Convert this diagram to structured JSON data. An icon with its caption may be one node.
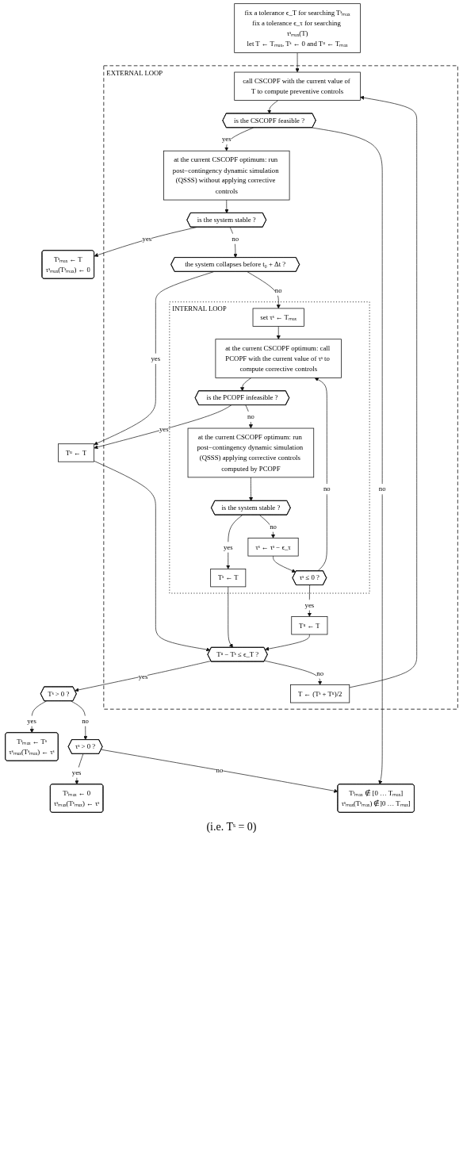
{
  "diagram": {
    "nodes": [
      {
        "text": [
          "fix a tolerance ϵ_T for searching Tˢₘₐₓ",
          "fix a tolerance ϵ_τ for searching τˢₘₐₓ(T)",
          "let T ← Tₘₐₓ, Tˢ ← 0 and Tᵘ ← Tₘₐₓ"
        ]
      },
      {
        "text": [
          "EXTERNAL LOOP"
        ]
      },
      {
        "text": [
          "call CSCOPF with the current value of T to compute preventive controls"
        ],
        "in": 1
      },
      {
        "text": [
          "is the CSCOPF feasible ?"
        ],
        "in": 1
      },
      {
        "text": [
          "at the current CSCOPF optimum: run post−contingency dynamic simulation (QSSS) without applying corrective controls"
        ],
        "in": 1
      },
      {
        "text": [
          "Tˢₘₐₓ ← T",
          "τˢₘₐₓ(Tˢₘₐₓ) ← 0"
        ]
      },
      {
        "text": [
          "is the system stable ?"
        ],
        "in": 1
      },
      {
        "text": [
          "the system collapses before t₀ + Δt ?"
        ],
        "in": 1
      },
      {
        "text": [
          "INTERNAL LOOP"
        ],
        "in": 1
      },
      {
        "text": [
          "set τˢ ← Tₘₐₓ"
        ],
        "in": 8
      },
      {
        "text": [
          "at the current CSCOPF optimum: call PCOPF with the current value of τˢ to compute corrective controls"
        ],
        "in": 8
      },
      {
        "text": [
          "Tᵘ ← T"
        ]
      },
      {
        "text": [
          "is the PCOPF infeasible ?"
        ],
        "in": 8
      },
      {
        "text": [
          "at the current CSCOPF optimum: run post−contingency dynamic simulation (QSSS) applying corrective controls computed by PCOPF"
        ],
        "in": 8
      },
      {
        "text": [
          "is the system stable ?"
        ],
        "in": 8
      },
      {
        "text": [
          "Tˢ ← T"
        ],
        "in": 8
      },
      {
        "text": [
          "τˢ ← τˢ − ϵ_τ"
        ],
        "in": 8
      },
      {
        "text": [
          "τˢ ≤ 0 ?"
        ],
        "in": 8
      },
      {
        "text": [
          "Tᵘ ← T"
        ],
        "in": 1
      },
      {
        "text": [
          "Tᵘ − Tˢ ≤ ϵ_T ?"
        ],
        "in": 1
      },
      {
        "text": [
          "T ← (Tˢ + Tᵘ)/2"
        ],
        "in": 1
      },
      {
        "text": [
          "Tˢ > 0 ?"
        ]
      },
      {
        "text": [
          "Tˢₘₐₓ ← Tˢ",
          "τˢₘₐₓ(Tˢₘₐₓ) ← τˢ"
        ]
      },
      {
        "text": [
          "τˢ > 0 ?"
        ]
      },
      {
        "text": [
          "Tˢₘₐₓ ← 0",
          "τˢₘₐₓ(Tˢₘₐₓ) ← τˢ"
        ]
      },
      {
        "text": [
          "Tˢₘₐₓ ∉ [0 … Tₘₐₓ]",
          "τˢₘₐₓ(Tˢₘₐₓ) ∉]0 … Tₘₐₓ]"
        ]
      }
    ],
    "edges": [
      {
        "from": 0,
        "to": 2,
        "arrow": "to"
      },
      {
        "from": 2,
        "to": 3,
        "arrow": "to"
      },
      {
        "from": 3,
        "to": 4,
        "arrow": "to",
        "label": "yes"
      },
      {
        "from": 3,
        "to": 25,
        "arrow": "to",
        "label": "no"
      },
      {
        "from": 4,
        "to": 6,
        "arrow": "to"
      },
      {
        "from": 6,
        "to": 5,
        "arrow": "to",
        "label": "yes"
      },
      {
        "from": 6,
        "to": 7,
        "arrow": "to",
        "label": "no"
      },
      {
        "from": 7,
        "to": 11,
        "arrow": "to",
        "label": "yes"
      },
      {
        "from": 7,
        "to": 9,
        "arrow": "to",
        "label": "no"
      },
      {
        "from": 9,
        "to": 10,
        "arrow": "to"
      },
      {
        "from": 10,
        "to": 12,
        "arrow": "to"
      },
      {
        "from": 12,
        "to": 11,
        "arrow": "to",
        "label": "yes"
      },
      {
        "from": 12,
        "to": 13,
        "arrow": "to",
        "label": "no"
      },
      {
        "from": 13,
        "to": 14,
        "arrow": "to"
      },
      {
        "from": 14,
        "to": 15,
        "arrow": "to",
        "label": "yes"
      },
      {
        "from": 14,
        "to": 16,
        "arrow": "to",
        "label": "no"
      },
      {
        "from": 16,
        "to": 17,
        "arrow": "to"
      },
      {
        "from": 17,
        "to": 10,
        "arrow": "to",
        "label": "no"
      },
      {
        "from": 17,
        "to": 18,
        "arrow": "to",
        "label": "yes"
      },
      {
        "from": 11,
        "to": 19,
        "arrow": "to"
      },
      {
        "from": 15,
        "to": 19,
        "arrow": "to"
      },
      {
        "from": 18,
        "to": 19,
        "arrow": "to"
      },
      {
        "from": 19,
        "to": 21,
        "arrow": "to",
        "label": "yes"
      },
      {
        "from": 19,
        "to": 20,
        "arrow": "to",
        "label": "no"
      },
      {
        "from": 20,
        "to": 2,
        "arrow": "to"
      },
      {
        "from": 21,
        "to": 22,
        "arrow": "to",
        "label": "yes"
      },
      {
        "from": 21,
        "to": 23,
        "arrow": "to",
        "label": "no"
      },
      {
        "from": 23,
        "to": 24,
        "arrow": "to",
        "label": "yes"
      },
      {
        "from": 23,
        "to": 25,
        "arrow": "to",
        "label": "no"
      }
    ],
    "labels": [
      "(i.e. Tˢ = 0)"
    ]
  }
}
